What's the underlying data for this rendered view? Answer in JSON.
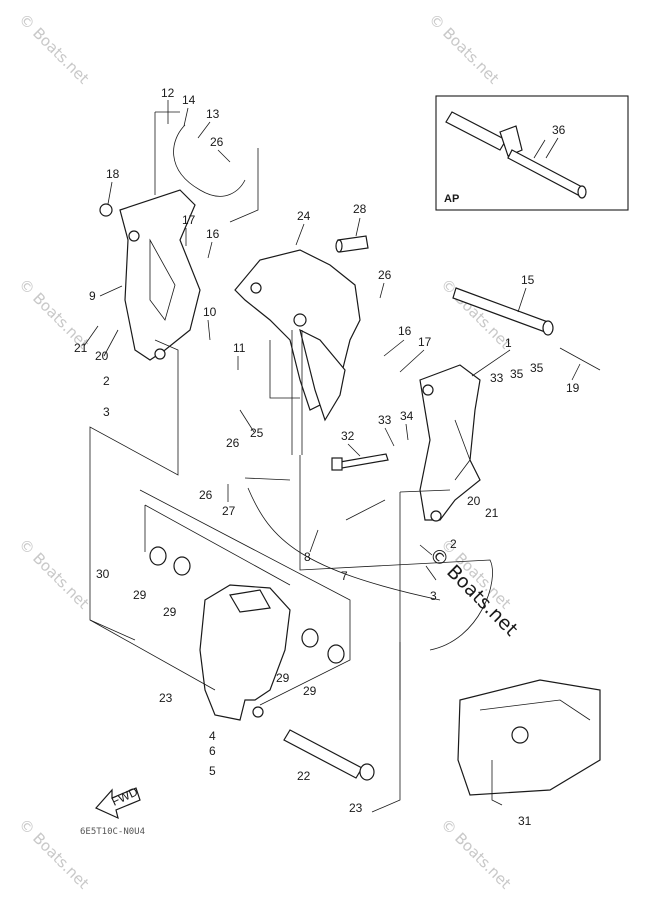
{
  "watermarks": [
    "© Boats.net",
    "© Boats.net",
    "© Boats.net",
    "© Boats.net",
    "© Boats.net",
    "© Boats.net",
    "© Boats.net",
    "© Boats.net"
  ],
  "center_watermark": "© Boats.net",
  "inset_label": "AP",
  "fwd_label": "FWD",
  "diagram_code": "6E5T10C-N0U4",
  "callouts": [
    "12",
    "14",
    "13",
    "26",
    "18",
    "17",
    "16",
    "9",
    "21",
    "20",
    "2",
    "3",
    "10",
    "11",
    "26",
    "25",
    "24",
    "28",
    "26",
    "16",
    "17",
    "1",
    "15",
    "33",
    "35",
    "35",
    "19",
    "36",
    "32",
    "33",
    "34",
    "26",
    "27",
    "20",
    "21",
    "8",
    "7",
    "2",
    "3",
    "30",
    "29",
    "29",
    "29",
    "29",
    "23",
    "4",
    "6",
    "5",
    "22",
    "23",
    "31"
  ]
}
